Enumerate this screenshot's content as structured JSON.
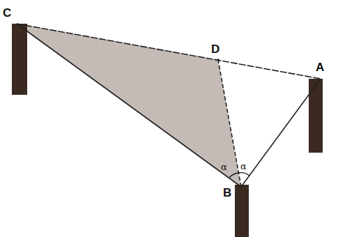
{
  "diagram": {
    "labels": [
      "C",
      "D",
      "A",
      "B",
      "α",
      "α"
    ]
  }
}
